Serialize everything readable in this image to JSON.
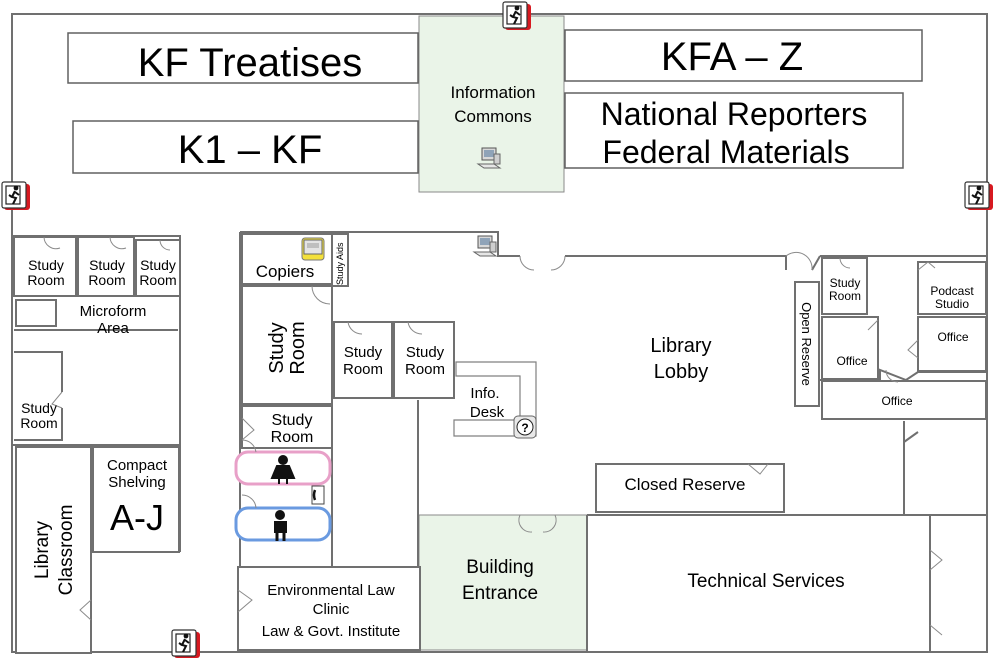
{
  "stacks": {
    "kf_treatises": "KF Treatises",
    "kfa_z": "KFA – Z",
    "k1_kf": "K1 – KF",
    "national_reporters_line1": "National Reporters",
    "national_reporters_line2": "Federal Materials"
  },
  "areas": {
    "information_commons_line1": "Information",
    "information_commons_line2": "Commons",
    "copiers": "Copiers",
    "study_aids": "Study Aids",
    "microform_line1": "Microform",
    "microform_line2": "Area",
    "compact_shelving_line1": "Compact",
    "compact_shelving_line2": "Shelving",
    "compact_shelving_range": "A-J",
    "library_classroom_line1": "Library",
    "library_classroom_line2": "Classroom",
    "library_lobby_line1": "Library",
    "library_lobby_line2": "Lobby",
    "info_desk_line1": "Info.",
    "info_desk_line2": "Desk",
    "info_desk_symbol": "?",
    "open_reserve": "Open Reserve",
    "closed_reserve": "Closed Reserve",
    "technical_services": "Technical Services",
    "building_entrance_line1": "Building",
    "building_entrance_line2": "Entrance",
    "podcast_studio_line1": "Podcast",
    "podcast_studio_line2": "Studio",
    "office": "Office",
    "env_law_line1": "Environmental Law",
    "env_law_line2": "Clinic",
    "env_law_line3": "Law & Govt. Institute"
  },
  "study_room": {
    "line1": "Study",
    "line2": "Room"
  },
  "icons": {
    "emergency_exit": "emergency-exit-icon",
    "computer": "computer-icon",
    "copier": "copier-icon",
    "womens_restroom": "womens-restroom-icon",
    "mens_restroom": "mens-restroom-icon",
    "telephone": "telephone-icon",
    "help": "help-icon"
  },
  "colors": {
    "wall": "#707070",
    "commons_fill": "#eaf4e8",
    "exit_red": "#d71920",
    "womens_pink": "#e8a0c8",
    "mens_blue": "#6a9ae0",
    "copier_yellow": "#f3e03b"
  }
}
